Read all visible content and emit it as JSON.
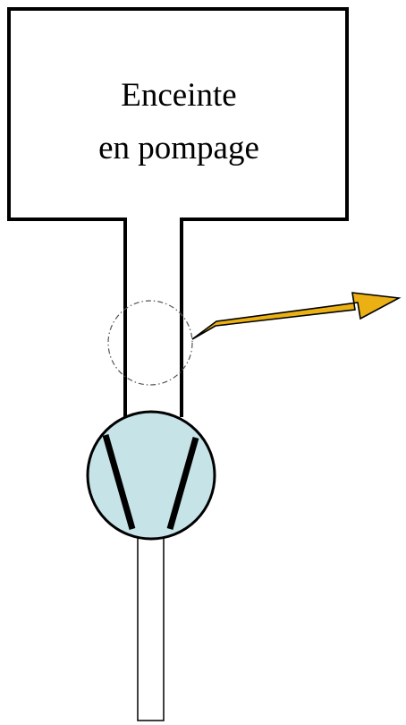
{
  "chamber": {
    "label_line1": "Enceinte",
    "label_line2": "en pompage"
  },
  "colors": {
    "pump_fill": "#c6e4e8",
    "arrow_fill": "#eab014",
    "stroke": "#000000"
  },
  "icons": {
    "pump": "pump-icon",
    "arrow": "arrow-icon",
    "zoom_circle": "zoom-circle"
  }
}
